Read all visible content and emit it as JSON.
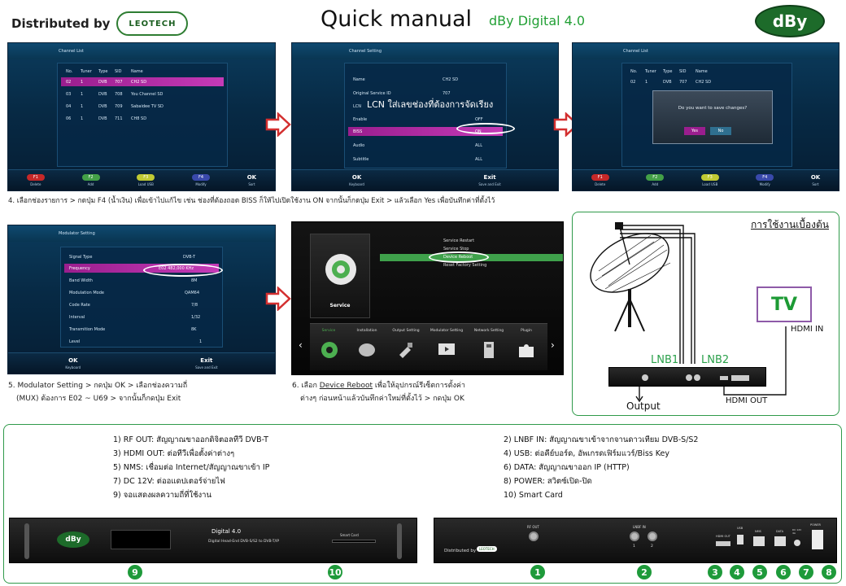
{
  "header": {
    "distributed_by": "Distributed by",
    "leotech_logo_text": "LEOTECH",
    "title": "Quick manual",
    "subtitle": "dBy Digital  4.0",
    "dby_logo_text": "dBy"
  },
  "shot1": {
    "topbar_title": "Channel List",
    "columns": [
      "No.",
      "Tuner",
      "Type",
      "SID",
      "Name"
    ],
    "rows": [
      [
        "02",
        "1",
        "DVB",
        "707",
        "CH2 SD"
      ],
      [
        "03",
        "1",
        "DVB",
        "708",
        "You Channel SD"
      ],
      [
        "04",
        "1",
        "DVB",
        "709",
        "Sabaidee TV SD"
      ],
      [
        "06",
        "1",
        "DVB",
        "711",
        "CH8 SD"
      ]
    ],
    "fkeys": [
      {
        "key": "F1",
        "label": "Delete",
        "color": "red"
      },
      {
        "key": "F2",
        "label": "Add",
        "color": "green"
      },
      {
        "key": "F3",
        "label": "Load USB",
        "color": "yellow"
      },
      {
        "key": "F4",
        "label": "Modify",
        "color": "blue"
      },
      {
        "key": "OK",
        "label": "Sort",
        "color": "ok"
      }
    ]
  },
  "shot2": {
    "topbar_title": "Channel Setting",
    "fields": [
      {
        "label": "Name",
        "value": "CH2 SD"
      },
      {
        "label": "Original Service ID",
        "value": "707"
      },
      {
        "label": "LCN",
        "value": ""
      },
      {
        "label": "Enable",
        "value": "OFF"
      },
      {
        "label": "BISS",
        "value": "ON"
      },
      {
        "label": "Audio",
        "value": "ALL"
      },
      {
        "label": "Subtitle",
        "value": "ALL"
      }
    ],
    "overlay_text": "LCN ใส่เลขช่องที่ต้องการจัดเรียง",
    "ok_label": "OK",
    "ok_caption": "Keyboard",
    "exit_label": "Exit",
    "exit_caption": "Save and Exit"
  },
  "shot3": {
    "dialog_text": "Do you want to save changes?",
    "yes": "Yes",
    "no": "No"
  },
  "caption1": "4. เลือกช่องรายการ > กดปุ่ม F4 (น้ำเงิน) เพื่อเข้าไปแก้ไข เช่น ช่องที่ต้องถอด BISS ก็ให้ไปเปิดใช้งาน ON จากนั้นก็กดปุ่ม Exit > แล้วเลือก Yes เพื่อบันทึกค่าที่ตั้งไว้",
  "shot4": {
    "topbar_title": "Modulator Setting",
    "fields": [
      {
        "label": "Signal Type",
        "value": "DVB-T"
      },
      {
        "label": "Frequency",
        "value": "E02  482,000  KHz"
      },
      {
        "label": "Band Width",
        "value": "8M"
      },
      {
        "label": "Modulation Mode",
        "value": "QAM64"
      },
      {
        "label": "Code Rate",
        "value": "7/8"
      },
      {
        "label": "Interval",
        "value": "1/32"
      },
      {
        "label": "Transmition Mode",
        "value": "8K"
      },
      {
        "label": "Level",
        "value": "1"
      }
    ],
    "ok_label": "OK",
    "ok_caption": "Keyboard",
    "exit_label": "Exit",
    "exit_caption": "Save and Exit"
  },
  "caption2_line1": "5. Modulator Setting > กดปุ่ม OK > เลือกช่องความถี่",
  "caption2_line2": "(MUX) ต้องการ  E02 ~ U69 > จากนั้นก็กดปุ่ม Exit",
  "shot5": {
    "menu": [
      "Service Restart",
      "Service Stop",
      "Device Reboot",
      "Reset Factory Setting"
    ],
    "left_label": "Service",
    "tabs": [
      "Service",
      "Installation",
      "Output Setting",
      "Modulator Setting",
      "Network Setting",
      "Plugin"
    ]
  },
  "caption3_prefix": "6. เลือก ",
  "caption3_link": "Device Reboot",
  "caption3_rest": " เพื่อให้อุปกรณ์รีเซ็ตการตั้งค่า",
  "caption3_line2": "ต่างๆ ก่อนหน้าแล้วบันทึกค่าใหม่ที่ตั้งไว้ > กดปุ่ม OK",
  "diagram": {
    "title": "การใช้งานเบื้องต้น",
    "tv_label": "TV",
    "hdmi_in": "HDMI IN",
    "lnb1": "LNB1",
    "lnb2": "LNB2",
    "output": "Output",
    "hdmi_out": "HDMI OUT"
  },
  "specs_left": [
    "1) RF OUT: สัญญาณขาออกดิจิตอลทีวี DVB-T",
    "3) HDMI OUT: ต่อทีวีเพื่อตั้งค่าต่างๆ",
    "5) NMS: เชื่อมต่อ Internet/สัญญาณขาเข้า IP",
    "7) DC 12V: ต่ออแดปเตอร์จ่ายไฟ",
    "9) จอแสดงผลความถี่ที่ใช้งาน"
  ],
  "specs_right": [
    "2) LNBF IN: สัญญาณขาเข้าจากจานดาวเทียม DVB-S/S2",
    "4) USB: ต่อคีย์บอร์ด, อัพเกรดเฟิร์มแวร์/Biss Key",
    "6) DATA: สัญญาณขาออก IP (HTTP)",
    "8) POWER: สวิตซ์เปิด-ปิด",
    "10) Smart Card"
  ],
  "front_panel": {
    "model": "Digital 4.0",
    "desc": "Digital Head-End DVB-S/S2 to DVB-T/IP",
    "smart_card": "Smart Card",
    "logo": "dBy"
  },
  "rear_panel": {
    "rf_out": "RF OUT",
    "lnbf_in": "LNBF IN",
    "port1": "1",
    "port2": "2",
    "hdmi_out": "HDMI OUT",
    "usb": "USB",
    "nms": "NMS",
    "data": "DATA",
    "dc": "DC 12V 4A",
    "power": "POWER",
    "distributed_by": "Distributed by",
    "leotech": "LEOTECH"
  },
  "numbers": [
    "1",
    "2",
    "3",
    "4",
    "5",
    "6",
    "7",
    "8",
    "9",
    "10"
  ]
}
